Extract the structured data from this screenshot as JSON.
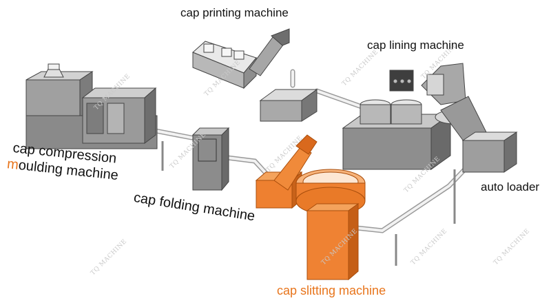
{
  "labels": {
    "printing": "cap printing machine",
    "lining": "cap lining machine",
    "compression_line1": "cap compression",
    "compression_line2_first": "m",
    "compression_line2_rest": "oulding machine",
    "folding": "cap folding machine",
    "loader": "auto loader",
    "slitting": "cap slitting machine"
  },
  "watermark": "TQ MACHINE",
  "colors": {
    "highlight": "#e8751c",
    "machine_dark": "#7a7a7a",
    "machine_mid": "#a3a3a3",
    "machine_light": "#d6d6d6",
    "conveyor": "#e6e6e6",
    "text": "#111111"
  }
}
